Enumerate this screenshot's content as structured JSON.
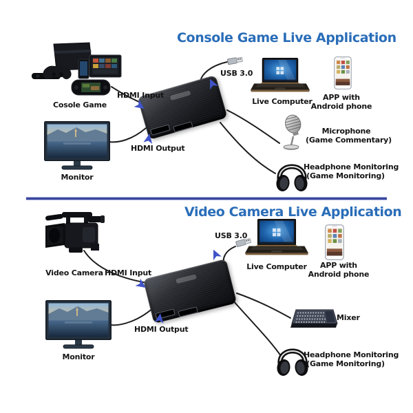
{
  "colors": {
    "title": "#2a6db8",
    "label": "#141414",
    "arrow": "#4053c8",
    "divider": "#3a479e",
    "background": "#ffffff"
  },
  "top_section": {
    "title": "Console Game Live Application",
    "console_label": "Cosole Game",
    "hdmi_input_label": "HDMI Input",
    "hdmi_output_label": "HDMI Output",
    "usb_label": "USB 3.0",
    "monitor_label": "Monitor",
    "computer_label": "Live Computer",
    "phone_label_line1": "APP with",
    "phone_label_line2": "Android phone",
    "mic_label_line1": "Microphone",
    "mic_label_line2": "(Game Commentary)",
    "headphone_label_line1": "Headphone Monitoring",
    "headphone_label_line2": "(Game Monitoring)"
  },
  "bottom_section": {
    "title": "Video Camera Live Application",
    "camera_label": "Video Camera",
    "hdmi_input_label": "HDMI Input",
    "hdmi_output_label": "HDMI Output",
    "usb_label": "USB 3.0",
    "monitor_label": "Monitor",
    "computer_label": "Live Computer",
    "phone_label_line1": "APP with",
    "phone_label_line2": "Android phone",
    "mixer_label": "Mixer",
    "headphone_label_line1": "Headphone Monitoring",
    "headphone_label_line2": "(Game Monitoring)"
  }
}
